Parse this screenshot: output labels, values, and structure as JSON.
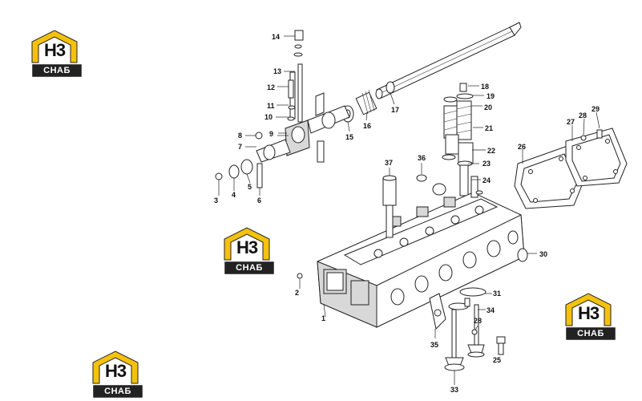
{
  "logo": {
    "top": "Н3",
    "bottom": "СНАБ"
  },
  "callouts": [
    "1",
    "2",
    "3",
    "4",
    "5",
    "6",
    "7",
    "8",
    "9",
    "10",
    "11",
    "12",
    "13",
    "14",
    "15",
    "16",
    "17",
    "18",
    "19",
    "20",
    "21",
    "22",
    "23",
    "24",
    "25",
    "26",
    "27",
    "28",
    "29",
    "30",
    "31",
    "33",
    "34",
    "35",
    "36",
    "37"
  ],
  "colors": {
    "logo_yellow": "#f4c20d",
    "logo_plate": "#222222",
    "line": "#222222"
  }
}
